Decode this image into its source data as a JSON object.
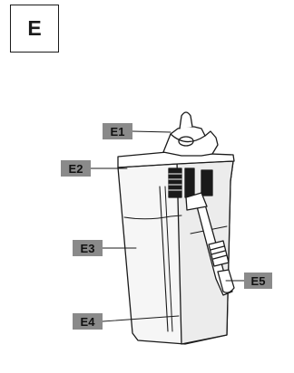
{
  "section": "E",
  "labels": {
    "e1": "E1",
    "e2": "E2",
    "e3": "E3",
    "e4": "E4",
    "e5": "E5"
  },
  "colors": {
    "label_fill": "#8a8a8a",
    "line": "#1a1a1a",
    "container_fill": "#f4f4f4"
  }
}
